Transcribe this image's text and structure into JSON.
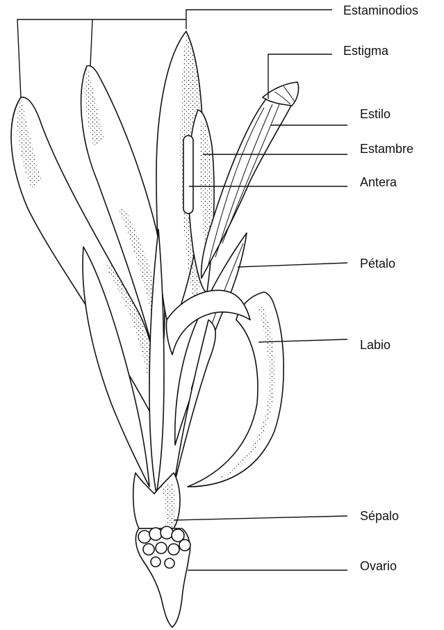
{
  "diagram": {
    "labels": {
      "estaminodios": "Estaminodios",
      "estigma": "Estigma",
      "estilo": "Estilo",
      "estambre": "Estambre",
      "antera": "Antera",
      "petalo": "Pétalo",
      "labio": "Labio",
      "sepalo": "Sépalo",
      "ovario": "Ovario"
    }
  }
}
